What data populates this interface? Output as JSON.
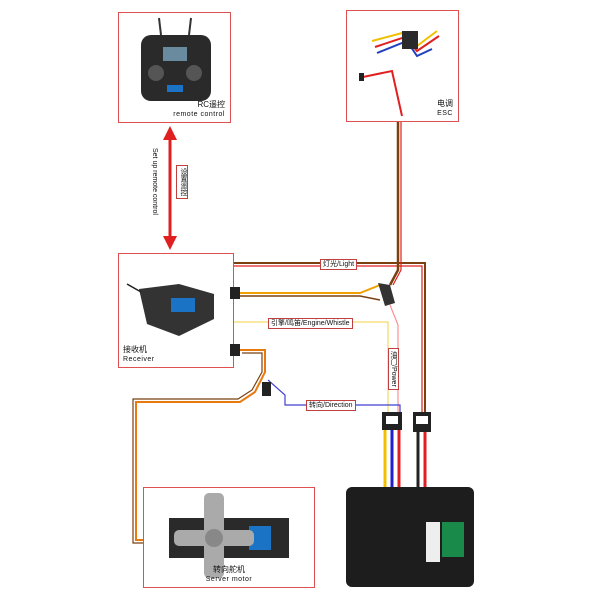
{
  "remote": {
    "zh": "RC遥控",
    "en": "remote control"
  },
  "esc": {
    "zh": "电调",
    "en": "ESC"
  },
  "setup": {
    "en": "Set up remote control",
    "zh": "设置遥控"
  },
  "receiver": {
    "zh": "接收机",
    "en": "Receiver"
  },
  "servo": {
    "zh": "转向舵机",
    "en": "Server motor"
  },
  "wires": {
    "light": "灯光/Light",
    "engine": "引擎/鸣笛/Engine/Whistle",
    "power": "油门/Power",
    "direction": "转向/Direction"
  },
  "colors": {
    "frame": "#e05050",
    "red": "#e02020",
    "yellow": "#f0c000",
    "blue": "#2020d0",
    "black": "#222222",
    "orange": "#e87a10",
    "brown": "#7a4010"
  }
}
